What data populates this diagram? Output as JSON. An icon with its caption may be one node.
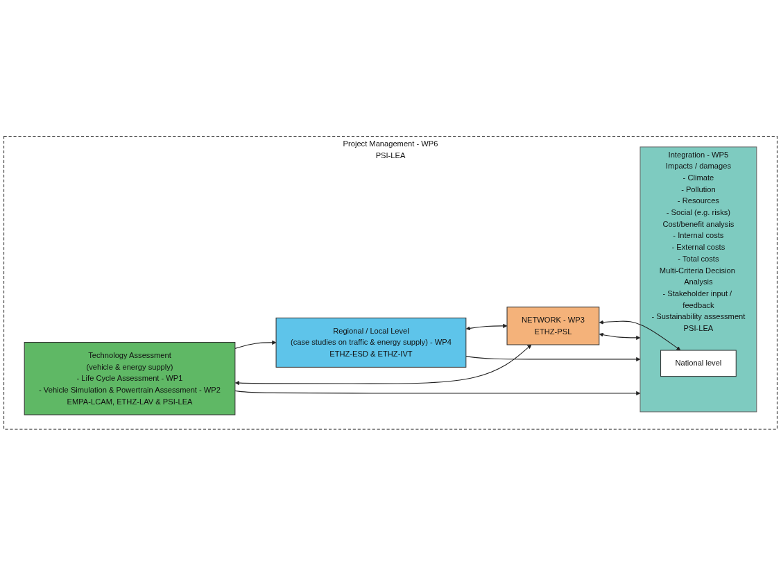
{
  "diagram": {
    "nodes": [
      {
        "text": [
          "Project Management - WP6",
          "PSI-LEA"
        ]
      },
      {
        "text": [
          "Regional / Local Level",
          "(case studies on traffic & energy supply) - WP4",
          "ETHZ-ESD & ETHZ-IVT"
        ],
        "in": 0
      },
      {
        "text": [
          "Technology Assessment",
          "(vehicle & energy supply)",
          "- Life Cycle Assessment - WP1",
          "- Vehicle Simulation & Powertrain Assessment - WP2",
          "EMPA-LCAM, ETHZ-LAV & PSI-LEA"
        ],
        "in": 0
      },
      {
        "text": [
          "NETWORK - WP3",
          "ETHZ-PSL"
        ],
        "in": 0
      },
      {
        "text": [
          "Integration - WP5",
          "Impacts / damages",
          "- Climate",
          "- Pollution",
          "- Resources",
          "- Social (e.g. risks)",
          "Cost/benefit analysis",
          "- Internal costs",
          "- External costs",
          "- Total costs",
          "Multi-Criteria Decision Analysis",
          "- Stakeholder input / feedback",
          "- Sustainability assessment",
          "PSI-LEA"
        ],
        "in": 0
      },
      {
        "text": [
          "National level"
        ],
        "in": 4
      }
    ],
    "edges": [
      {
        "from": 1,
        "to": 4,
        "arrow": "to"
      },
      {
        "from": 1,
        "to": 3,
        "arrow": "both"
      },
      {
        "from": 3,
        "to": 5,
        "arrow": "both"
      },
      {
        "from": 2,
        "to": 1,
        "arrow": "to"
      },
      {
        "from": 2,
        "to": 3,
        "arrow": "both"
      },
      {
        "from": 3,
        "to": 4,
        "arrow": "both"
      },
      {
        "from": 2,
        "to": 4,
        "arrow": "to"
      }
    ]
  }
}
